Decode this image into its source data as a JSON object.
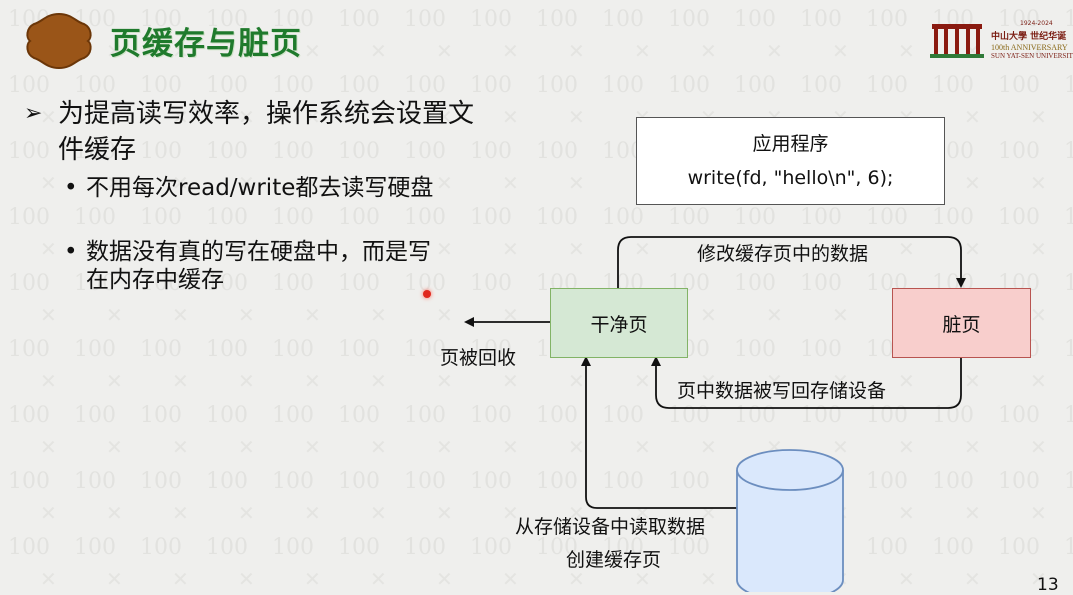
{
  "slide": {
    "title": "页缓存与脏页",
    "page_number": "13"
  },
  "university_logo": {
    "years": "1924-2024",
    "name_cn": "中山大學 世纪华诞",
    "anniversary": "100th ANNIVERSARY",
    "name_en": "SUN YAT-SEN UNIVERSITY"
  },
  "bullets": {
    "main": "为提高读写效率，操作系统会设置文件缓存",
    "sub": [
      "不用每次read/write都去读写硬盘",
      "数据没有真的写在硬盘中，而是写在内存中缓存"
    ]
  },
  "diagram": {
    "app_box": {
      "title": "应用程序",
      "code": "write(fd, \"hello\\n\", 6);"
    },
    "clean_page": "干净页",
    "dirty_page": "脏页",
    "edge_modify": "修改缓存页中的数据",
    "edge_writeback": "页中数据被写回存储设备",
    "edge_reclaim": "页被回收",
    "edge_read_line1": "从存储设备中读取数据",
    "edge_read_line2": "创建缓存页"
  },
  "colors": {
    "title_green": "#1f7a2c",
    "clean_fill": "#d5e8d4",
    "dirty_fill": "#f8cecc",
    "logo_brown": "#8b4a14"
  }
}
